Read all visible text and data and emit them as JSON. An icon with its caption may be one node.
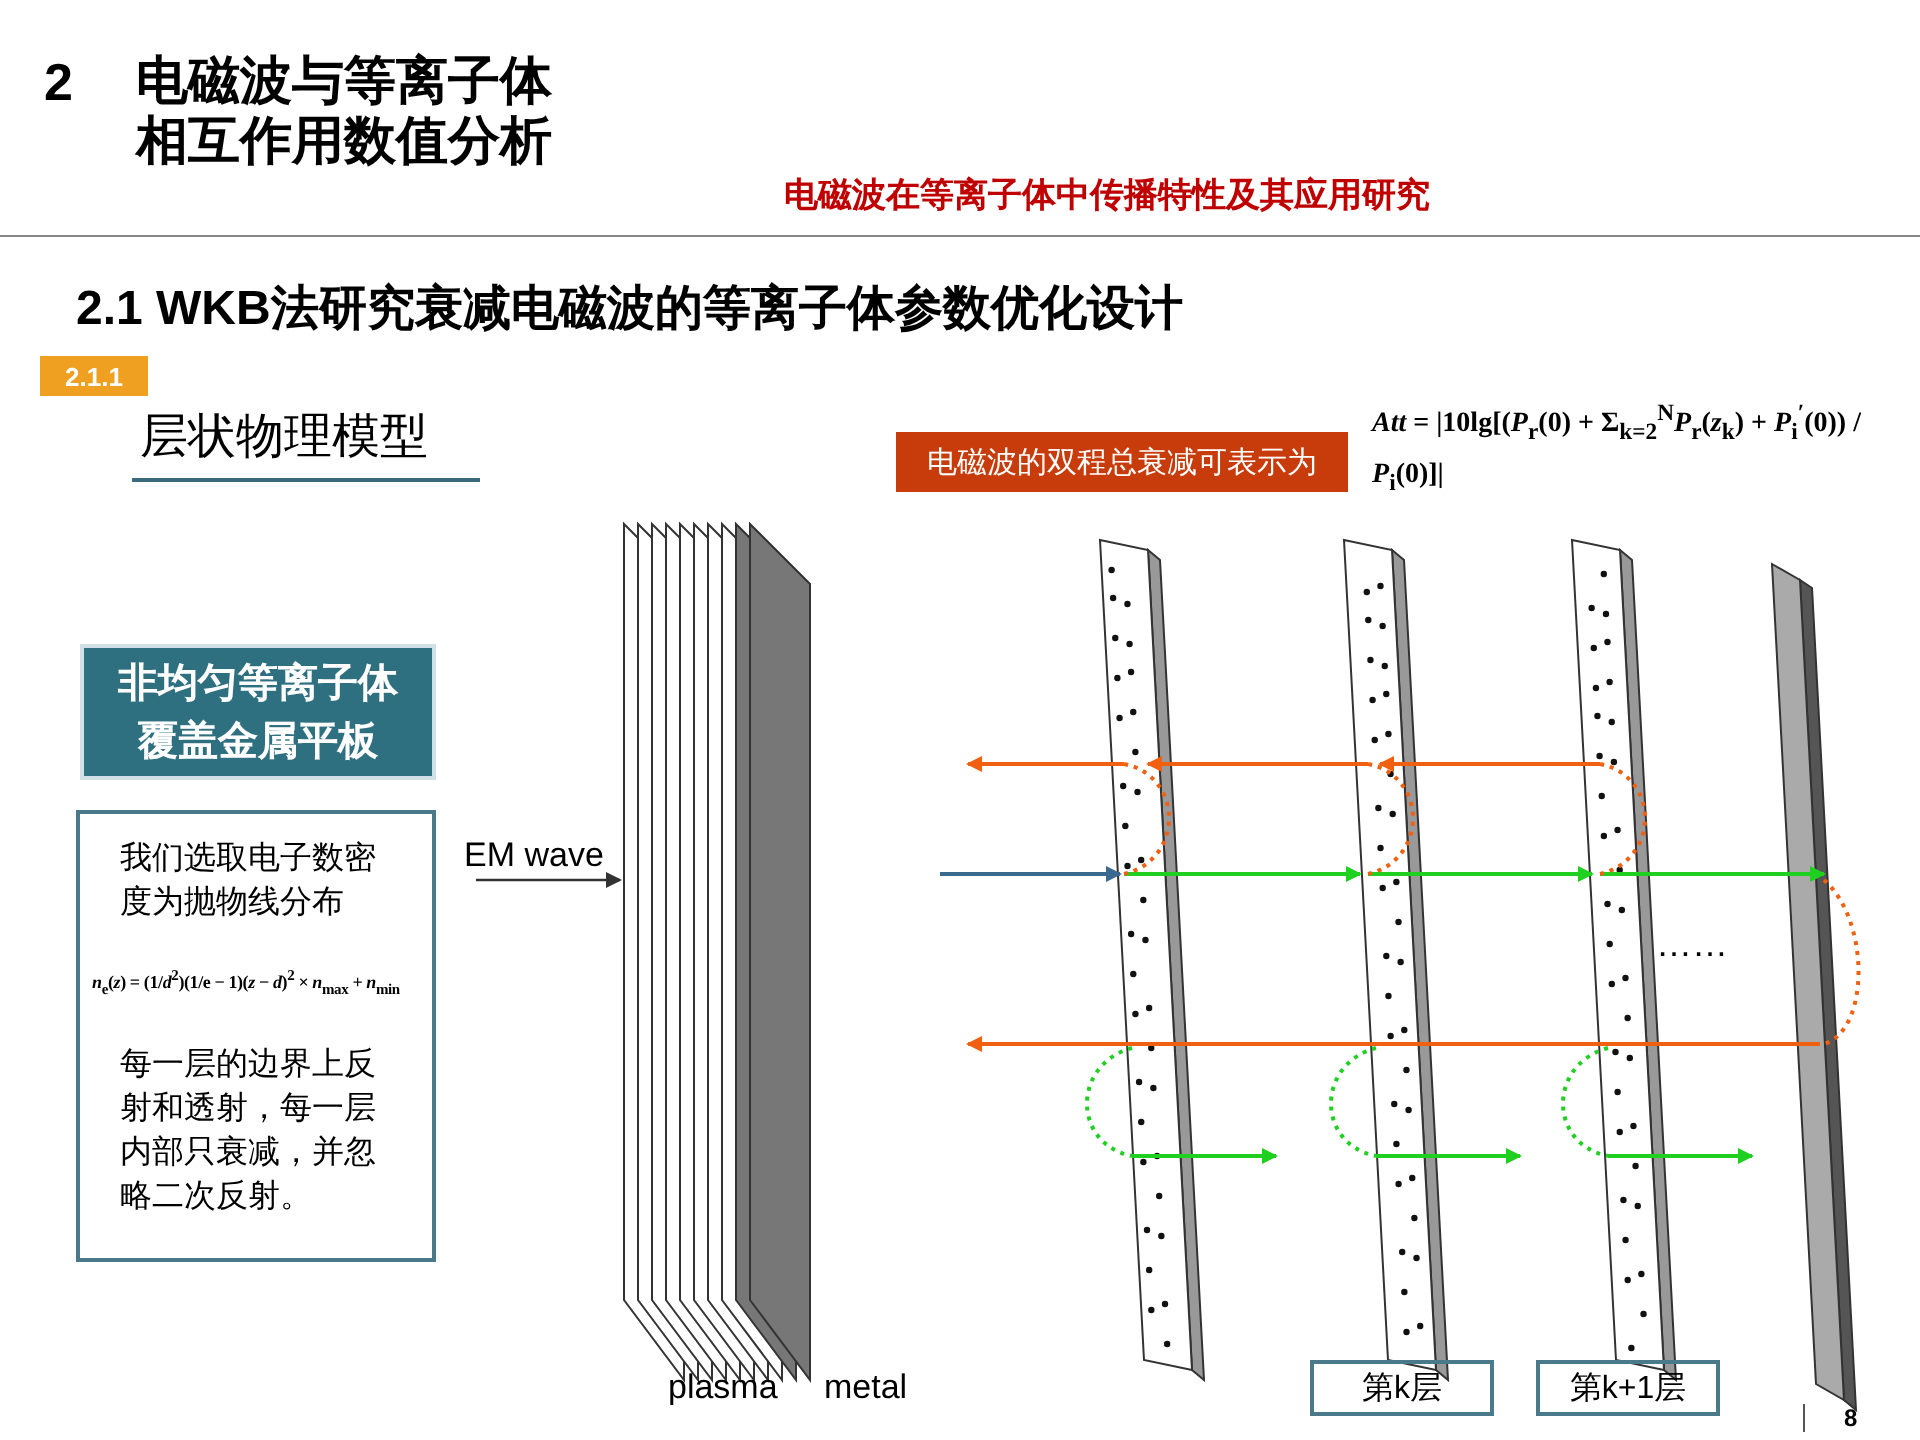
{
  "diagram": {
    "title": "电磁波与等离子体相互作用数值分析",
    "nodes": [
      {
        "text": [
          "2.1.1"
        ]
      },
      {
        "text": [
          "非均匀等离子体覆盖金属平板"
        ]
      },
      {
        "text": [
          "我们选取电子数密度为抛物线分布",
          "*n*$_{e}$(*z*) = (1/*d*$^{2}$)(1/e − 1)(*z* − *d*)$^{2}$ × *n*$_{max}$ + *n*$_{min}$",
          "每一层的边界上反射和透射，每一层内部只衰减，并忽略二次反射。"
        ]
      },
      {
        "text": [
          "电磁波的双程总衰减可表示为"
        ]
      },
      {
        "text": [],
        "shape": "picture"
      },
      {
        "text": [
          "第k层"
        ]
      },
      {
        "text": [
          "第k+1层"
        ]
      }
    ],
    "edges": [
      {
        "from": null,
        "to": 4,
        "arrow": "to",
        "label": "EM wave"
      }
    ],
    "labels": [
      "2",
      "电磁波在等离子体中传播特性及其应用研究",
      "2.1 WKB法研究衰减电磁波的等离子体参数优化设计",
      "层状物理模型",
      "*Att* = |10lg[(*P*$_{r}$(0) + Σ$_{k=2}$$^{N}$*P*$_{r}$(*z*$_{k}$) + *P*$_{i}$$^{′}$(0)) / *P*$_{i}$(0)]|",
      "……",
      "plasma",
      "metal",
      "8"
    ]
  }
}
